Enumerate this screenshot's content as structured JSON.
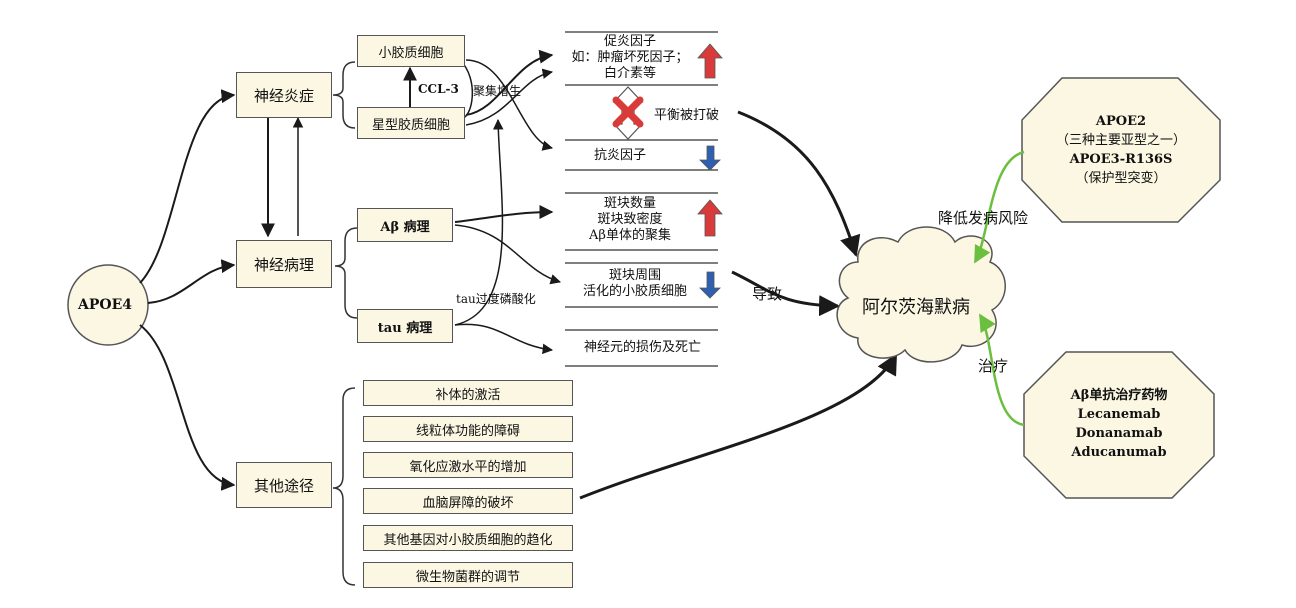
{
  "root": "APOE4",
  "pathways": {
    "inflammation": "神经炎症",
    "pathology": "神经病理",
    "other": "其他途径"
  },
  "cells": {
    "microglia": "小胶质细胞",
    "astrocyte": "星型胶质细胞",
    "ccl3": "CCL-3",
    "aggregate": "聚集增生"
  },
  "pathologies": {
    "abeta": "Aβ 病理",
    "tau": "tau 病理",
    "tau_phos": "tau过度磷酸化"
  },
  "effects": {
    "proinflammatory": [
      "促炎因子",
      "如：肿瘤坏死因子；",
      "白介素等"
    ],
    "balance": "平衡被打破",
    "antiinflammatory": "抗炎因子",
    "plaque": [
      "斑块数量",
      "斑块致密度",
      "Aβ单体的聚集"
    ],
    "activation": [
      "斑块周围",
      "活化的小胶质细胞"
    ],
    "neuron_death": "神经元的损伤及死亡"
  },
  "other_items": [
    "补体的激活",
    "线粒体功能的障碍",
    "氧化应激水平的增加",
    "血脑屏障的破坏",
    "其他基因对小胶质细胞的趋化",
    "微生物菌群的调节"
  ],
  "outcome": "阿尔茨海默病",
  "lead_label": "导致",
  "protective": {
    "lines": [
      "APOE2",
      "（三种主要亚型之一）",
      "APOE3-R136S",
      "（保护型突变）"
    ],
    "label": "降低发病风险"
  },
  "treatment": {
    "lines": [
      "Aβ单抗治疗药物",
      "Lecanemab",
      "Donanamab",
      "Aducanumab"
    ],
    "label": "治疗"
  },
  "colors": {
    "up": "#d93a3a",
    "down": "#2f5fb0",
    "green": "#6bbf3f",
    "fill": "#fbf7e3"
  }
}
